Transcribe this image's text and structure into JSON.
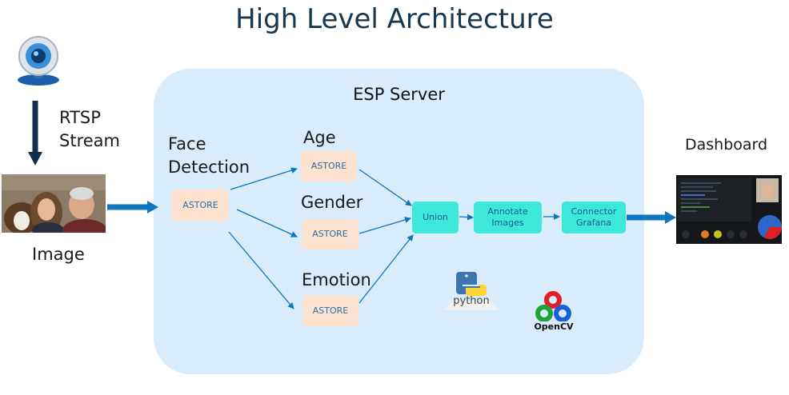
{
  "title": "High Level Architecture",
  "server_label": "ESP Server",
  "source": {
    "stream_label_line1": "RTSP",
    "stream_label_line2": "Stream",
    "image_label": "Image"
  },
  "stages": {
    "face": {
      "label_line1": "Face",
      "label_line2": "Detection",
      "box": "ASTORE"
    },
    "age": {
      "label": "Age",
      "box": "ASTORE"
    },
    "gender": {
      "label": "Gender",
      "box": "ASTORE"
    },
    "emotion": {
      "label": "Emotion",
      "box": "ASTORE"
    }
  },
  "union": {
    "box": "Union"
  },
  "annotate": {
    "line1": "Annotate",
    "line2": "Images"
  },
  "connector": {
    "line1": "Connector",
    "line2": "Grafana"
  },
  "dashboard_label": "Dashboard",
  "logos": {
    "python": "python",
    "opencv": "OpenCV"
  },
  "colors": {
    "accent": "#0e76bc",
    "server_bg": "#d8ecfb",
    "astore_bg": "#fde3cf",
    "proc_bg": "#3de8da",
    "title": "#16374f"
  }
}
